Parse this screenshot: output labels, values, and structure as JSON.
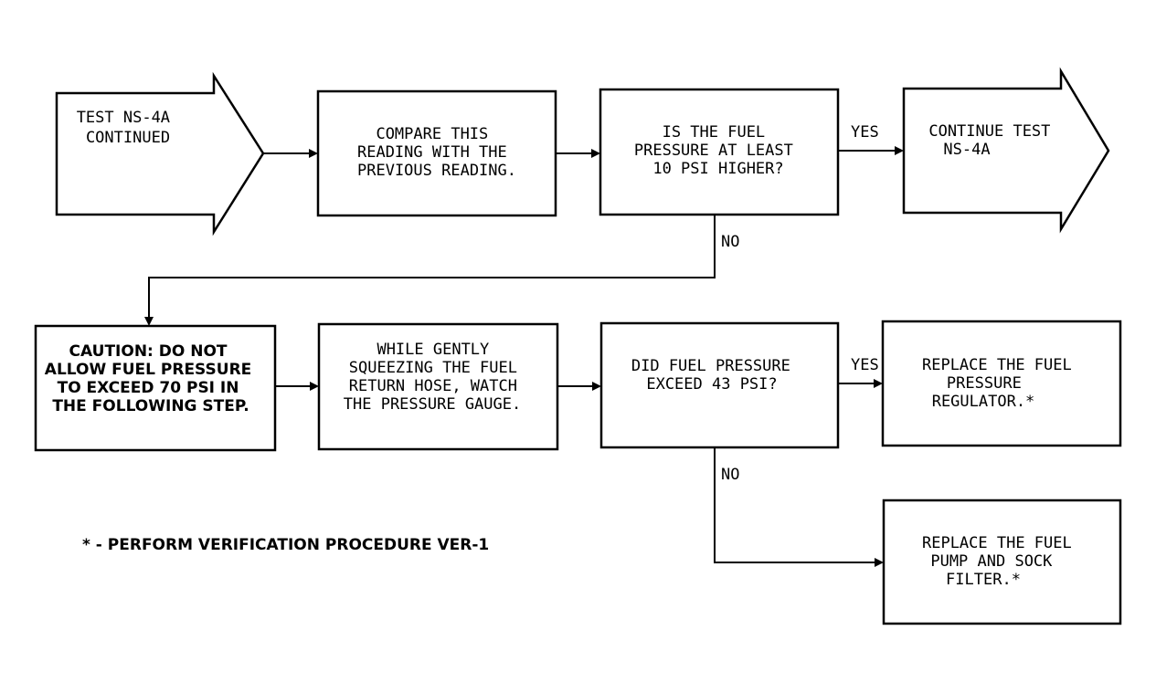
{
  "nodes": {
    "start": {
      "lines": [
        "TEST NS-4A",
        "CONTINUED"
      ]
    },
    "compare": {
      "lines": [
        "COMPARE THIS",
        "READING WITH THE",
        "PREVIOUS READING."
      ]
    },
    "decision1": {
      "lines": [
        "IS THE FUEL",
        "PRESSURE AT LEAST",
        "10 PSI HIGHER?"
      ]
    },
    "continue_test": {
      "lines": [
        "CONTINUE TEST",
        "NS-4A"
      ]
    },
    "caution": {
      "lines": [
        "CAUTION: DO NOT",
        "ALLOW FUEL PRESSURE",
        "TO EXCEED 70 PSI IN",
        "THE FOLLOWING STEP."
      ]
    },
    "squeeze": {
      "lines": [
        "WHILE GENTLY",
        "SQUEEZING THE FUEL",
        "RETURN HOSE, WATCH",
        "THE PRESSURE GAUGE."
      ]
    },
    "decision2": {
      "lines": [
        "DID FUEL PRESSURE",
        "EXCEED 43 PSI?"
      ]
    },
    "replace_regulator": {
      "lines": [
        "REPLACE THE FUEL",
        "PRESSURE",
        "REGULATOR.*"
      ]
    },
    "replace_pump": {
      "lines": [
        "REPLACE THE FUEL",
        "PUMP AND SOCK",
        "FILTER.*"
      ]
    }
  },
  "edge_labels": {
    "d1_yes": "YES",
    "d1_no": "NO",
    "d2_yes": "YES",
    "d2_no": "NO"
  },
  "footnote": "* - PERFORM VERIFICATION PROCEDURE VER-1",
  "colors": {
    "line": "#000000",
    "background": "#ffffff"
  }
}
